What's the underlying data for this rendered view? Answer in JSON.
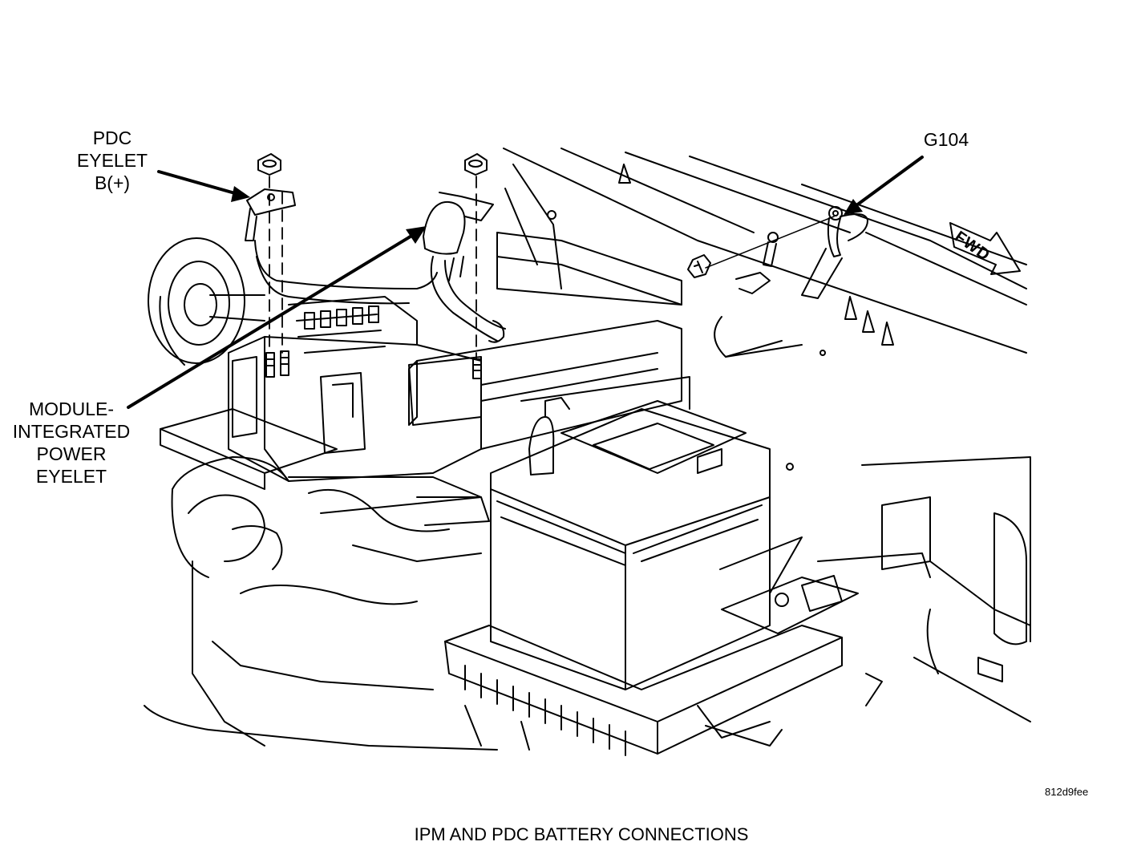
{
  "callouts": {
    "pdc_eyelet": "PDC\nEYELET\nB(+)",
    "g104": "G104",
    "module_eyelet": "MODULE-\nINTEGRATED\nPOWER\nEYELET",
    "fwd": "FWD"
  },
  "figure_code": "812d9fee",
  "caption": "IPM AND PDC BATTERY CONNECTIONS"
}
